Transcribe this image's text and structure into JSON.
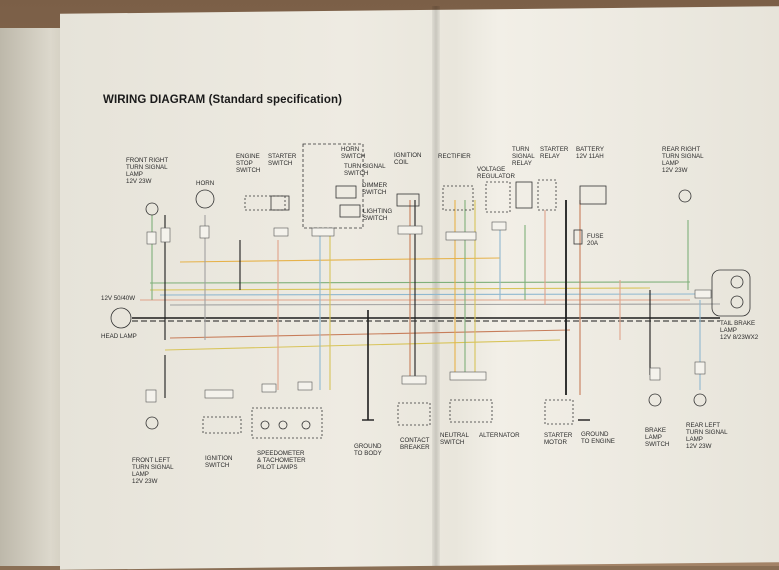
{
  "title": "WIRING DIAGRAM (Standard specification)",
  "labels": {
    "front_right_turn": "FRONT RIGHT\nTURN SIGNAL\nLAMP\n12V 23W",
    "horn": "HORN",
    "engine_stop": "ENGINE\nSTOP\nSWITCH",
    "starter_switch": "STARTER\nSWITCH",
    "horn_switch": "HORN\nSWITCH",
    "turn_signal_switch": "TURN SIGNAL\nSWITCH",
    "dimmer_switch": "DIMMER\nSWITCH",
    "lighting_switch": "LIGHTING\nSWITCH",
    "ignition_coil": "IGNITION\nCOIL",
    "rectifier": "RECTIFIER",
    "voltage_regulator": "VOLTAGE\nREGULATOR",
    "turn_signal_relay": "TURN\nSIGNAL\nRELAY",
    "starter_relay": "STARTER\nRELAY",
    "battery": "BATTERY\n12V 11AH",
    "rear_right_turn": "REAR RIGHT\nTURN SIGNAL\nLAMP\n12V 23W",
    "fuse": "FUSE\n20A",
    "head_lamp_rating": "12V 50/40W",
    "head_lamp": "HEAD LAMP",
    "tail_brake_lamp": "TAIL BRAKE\nLAMP\n12V 8/23Wx2",
    "front_left_turn": "FRONT LEFT\nTURN SIGNAL\nLAMP\n12V 23W",
    "ignition_switch": "IGNITION\nSWITCH",
    "speedo_tacho": "SPEEDOMETER\n& TACHOMETER\nPILOT LAMPS",
    "ground_body": "GROUND\nTO BODY",
    "contact_breaker": "CONTACT\nBREAKER",
    "neutral_switch": "NEUTRAL\nSWITCH",
    "alternator": "ALTERNATOR",
    "starter_motor": "STARTER\nMOTOR",
    "ground_engine": "GROUND\nTO ENGINE",
    "brake_lamp_switch": "BRAKE\nLAMP\nSWITCH",
    "rear_left_turn": "REAR LEFT\nTURN SIGNAL\nLAMP\n12V 23W"
  },
  "wire_colors": [
    "#1d1d1d",
    "#e0a38a",
    "#d8c45a",
    "#7fb07a",
    "#8fb8d0",
    "#c77d5a",
    "#a0a0a0",
    "#e6b24a"
  ]
}
